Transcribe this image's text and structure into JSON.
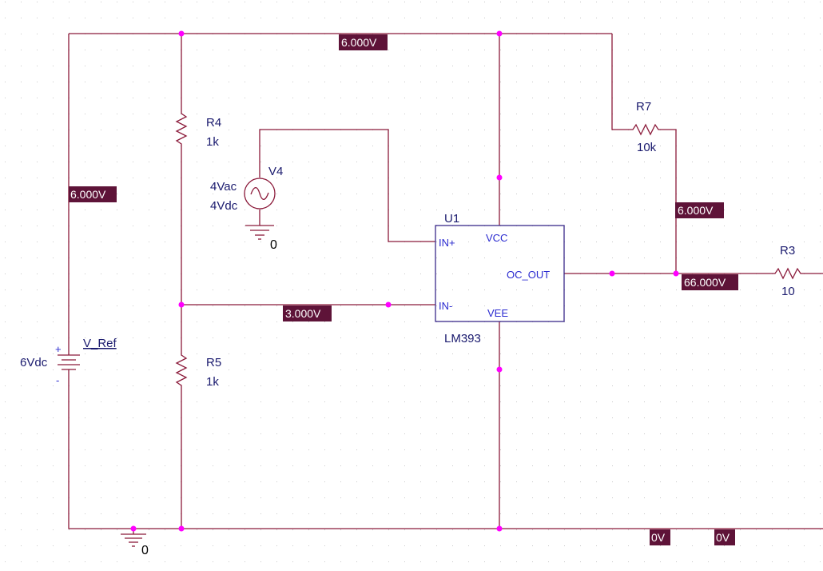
{
  "voltage_labels": {
    "top_rail": "6.000V",
    "left_rail": "6.000V",
    "r7_node": "6.000V",
    "out_node": "66.000V",
    "in_minus_node": "3.000V",
    "gnd_a": "0V",
    "gnd_b": "0V"
  },
  "components": {
    "r4": {
      "name": "R4",
      "value": "1k"
    },
    "r5": {
      "name": "R5",
      "value": "1k"
    },
    "r7": {
      "name": "R7",
      "value": "10k"
    },
    "r3": {
      "name": "R3",
      "value": "10"
    },
    "v4": {
      "name": "V4",
      "ac": "4Vac",
      "dc": "4Vdc"
    },
    "vref": {
      "name": "V_Ref",
      "value": "6Vdc",
      "plus": "+",
      "minus": "-"
    },
    "u1": {
      "name": "U1",
      "part": "LM393"
    }
  },
  "pins": {
    "in_plus": "IN+",
    "in_minus": "IN-",
    "vcc": "VCC",
    "vee": "VEE",
    "oc_out": "OC_OUT"
  },
  "grounds": {
    "v4": "0",
    "main": "0"
  },
  "colors": {
    "wire": "#8b1a3a",
    "junction": "#ff00ff",
    "voltage_marker": "#5e1338",
    "pin_text": "#2a2ad0",
    "component_text": "#1a1a6e"
  }
}
